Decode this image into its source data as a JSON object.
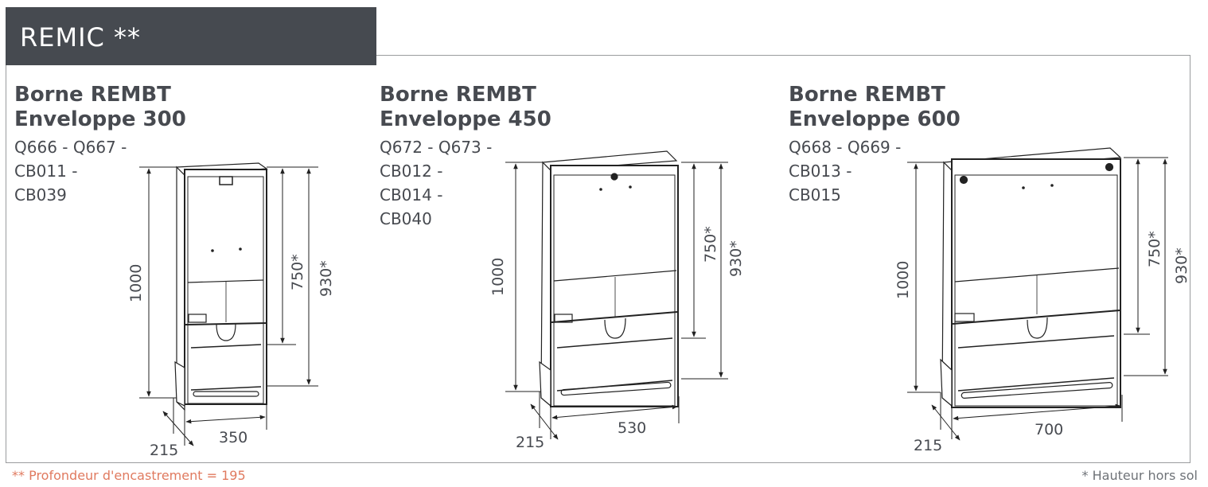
{
  "header": {
    "title": "REMIC **"
  },
  "products": [
    {
      "title_line1": "Borne REMBT",
      "title_line2": "Enveloppe 300",
      "codes": [
        "Q666 - Q667 -",
        "CB011 -",
        "CB039"
      ],
      "dimensions": {
        "height": "1000",
        "h750": "750*",
        "h930": "930*",
        "width": "350",
        "depth": "215"
      }
    },
    {
      "title_line1": "Borne REMBT",
      "title_line2": "Enveloppe 450",
      "codes": [
        "Q672 - Q673 -",
        "CB012 -",
        "CB014 -",
        "CB040"
      ],
      "dimensions": {
        "height": "1000",
        "h750": "750*",
        "h930": "930*",
        "width": "530",
        "depth": "215"
      }
    },
    {
      "title_line1": "Borne REMBT",
      "title_line2": "Enveloppe 600",
      "codes": [
        "Q668 - Q669 -",
        "CB013 -",
        "CB015"
      ],
      "dimensions": {
        "height": "1000",
        "h750": "750*",
        "h930": "930*",
        "width": "700",
        "depth": "215"
      }
    }
  ],
  "footnotes": {
    "left": "** Profondeur d'encastrement = 195",
    "right": "* Hauteur hors sol"
  },
  "colors": {
    "header_bg": "#464a50",
    "footnote_accent": "#e07a5f",
    "frame_border": "#9a9c9e"
  }
}
